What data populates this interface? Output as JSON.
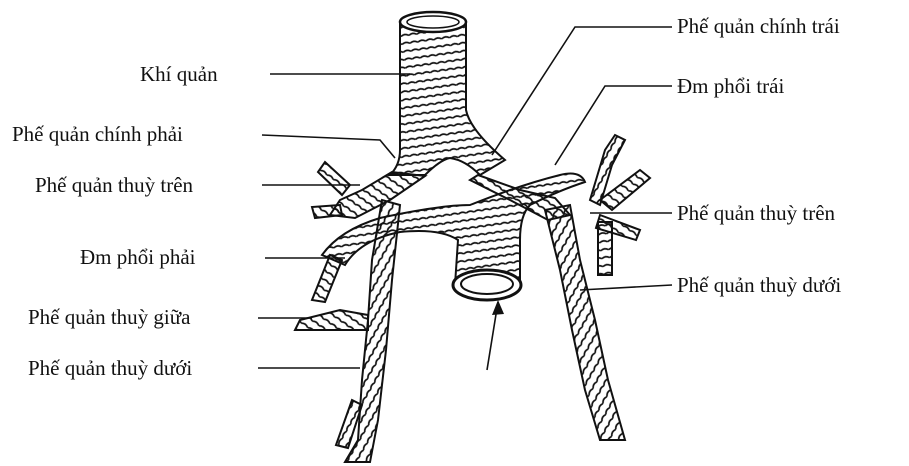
{
  "labels": {
    "trachea": "Khí quản",
    "right_main_bronchus": "Phế quản chính phải",
    "right_upper_lobe_bronchus": "Phế quản thuỳ trên",
    "right_pulmonary_artery": "Đm phổi phải",
    "right_middle_lobe_bronchus": "Phế quản thuỳ giữa",
    "right_lower_lobe_bronchus": "Phế quản thuỳ dưới",
    "left_main_bronchus": "Phế quản chính trái",
    "left_pulmonary_artery": "Đm phổi trái",
    "left_upper_lobe_bronchus": "Phế quản thuỳ trên",
    "left_lower_lobe_bronchus": "Phế quản thuỳ dưới"
  },
  "colors": {
    "ink": "#111111",
    "fill": "#ffffff"
  }
}
